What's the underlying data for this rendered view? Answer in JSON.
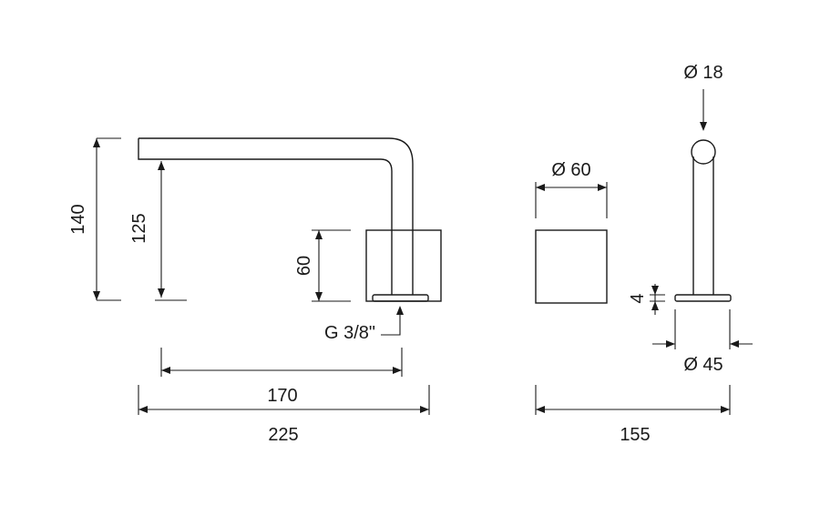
{
  "dimensions": {
    "overall_height": "140",
    "spout_height": "125",
    "base_height": "60",
    "spout_reach": "170",
    "overall_length": "225",
    "connection": "G 3/8\"",
    "handle_diameter": "Ø 60",
    "spout_diameter": "Ø 18",
    "flange_thickness": "4",
    "flange_diameter": "Ø 45",
    "side_length": "155"
  },
  "colors": {
    "line": "#1a1a1a",
    "background": "#ffffff"
  }
}
